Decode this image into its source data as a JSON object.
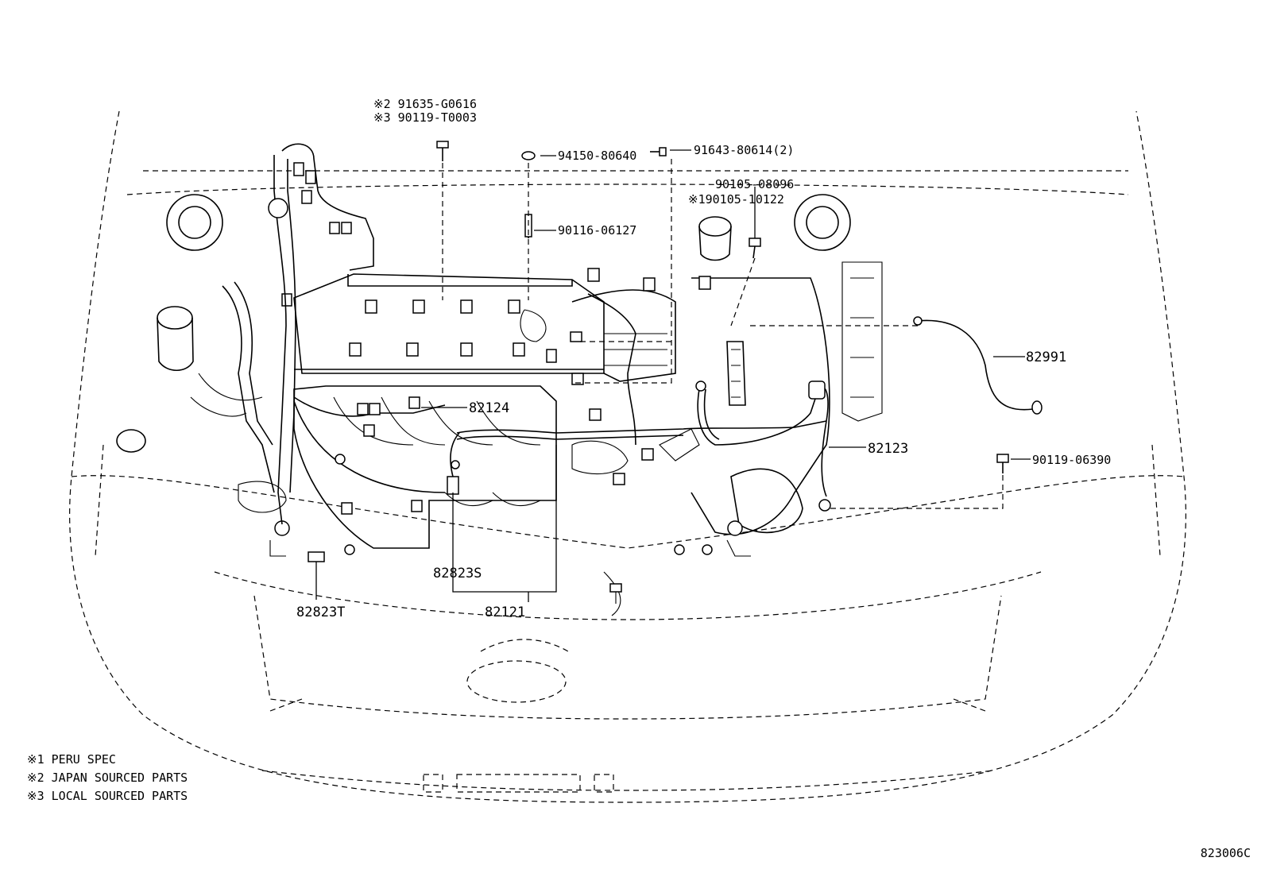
{
  "callouts": {
    "c1_line1": "※2 91635-G0616",
    "c1_line2": "※3 90119-T0003",
    "c2": "94150-80640",
    "c3": "91643-80614(2)",
    "c4_line1": "90105-08096",
    "c4_line2": "※190105-10122",
    "c5": "90116-06127",
    "c6": "82991",
    "c7": "82124",
    "c8": "82123",
    "c9": "90119-06390",
    "c10": "82823S",
    "c11": "82121",
    "c12": "82823T"
  },
  "notes": [
    "※1 PERU SPEC",
    "※2 JAPAN SOURCED PARTS",
    "※3 LOCAL SOURCED PARTS"
  ],
  "figure_code": "823006C"
}
